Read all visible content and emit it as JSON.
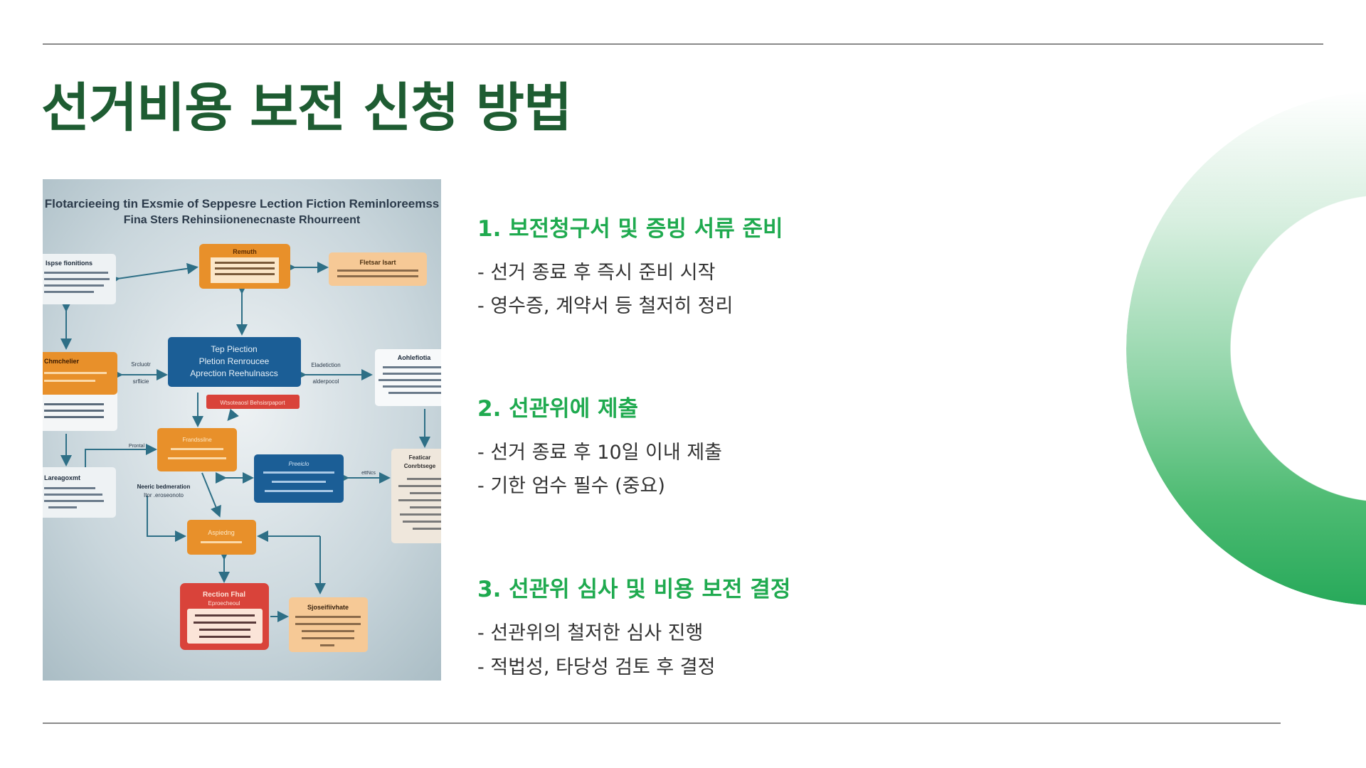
{
  "slide": {
    "title": "선거비용 보전 신청 방법",
    "colors": {
      "title": "#1e5c32",
      "heading": "#1faa4f",
      "body": "#333333",
      "rule": "#8a8a8a",
      "ring_dark": "#27a95a"
    }
  },
  "diagram": {
    "title_line1": "Flotarcieeing tin Exsmie of Seppesre Lection Fiction Reminloreemss",
    "title_line2": "Fina Sters Rehinsiionenecnaste Rhourreent",
    "boxes": {
      "top_center": "Remuth",
      "top_right": "Fletsar Isart",
      "left_top": "Ispse fionitions",
      "center": [
        "Tep Piection",
        "Pletion Renroucee",
        "Aprection Reehulnascs"
      ],
      "center_red": "Wtsoteaosl Behsisrpaport",
      "left_mid": "Chmchelier",
      "right_mid": "Aohlefiotia",
      "mid_orange": "Frandssilne",
      "mid_blue": "Preeiclo",
      "left_low": "Lareagoxmt",
      "right_low": [
        "Featicar",
        "Conrbtsege"
      ],
      "low_orange": "Aspiedng",
      "bottom_red": [
        "Rection Fhal",
        "Eproecheoul"
      ],
      "bottom_peach": "Sjoseifiivhate"
    },
    "labels": {
      "left_arrow_top": "Srcluotr",
      "left_arrow_bottom": "srflicie",
      "right_arrow_top": "Eladetiction",
      "right_arrow_bottom": "alderpocol",
      "pontal": "Prontal",
      "mid_left": [
        "Neeric bedmeration",
        "Itor .eroseonoto"
      ],
      "right_small": "ettNcs"
    }
  },
  "steps": [
    {
      "heading": "1. 보전청구서 및 증빙 서류 준비",
      "items": [
        "- 선거 종료 후 즉시 준비 시작",
        "- 영수증, 계약서 등 철저히 정리"
      ]
    },
    {
      "heading": "2. 선관위에 제출",
      "items": [
        "- 선거 종료 후 10일 이내 제출",
        "- 기한 엄수 필수 (중요)"
      ]
    },
    {
      "heading": "3. 선관위 심사 및 비용 보전 결정",
      "items": [
        "- 선관위의 철저한 심사 진행",
        "- 적법성, 타당성 검토 후 결정"
      ]
    }
  ]
}
